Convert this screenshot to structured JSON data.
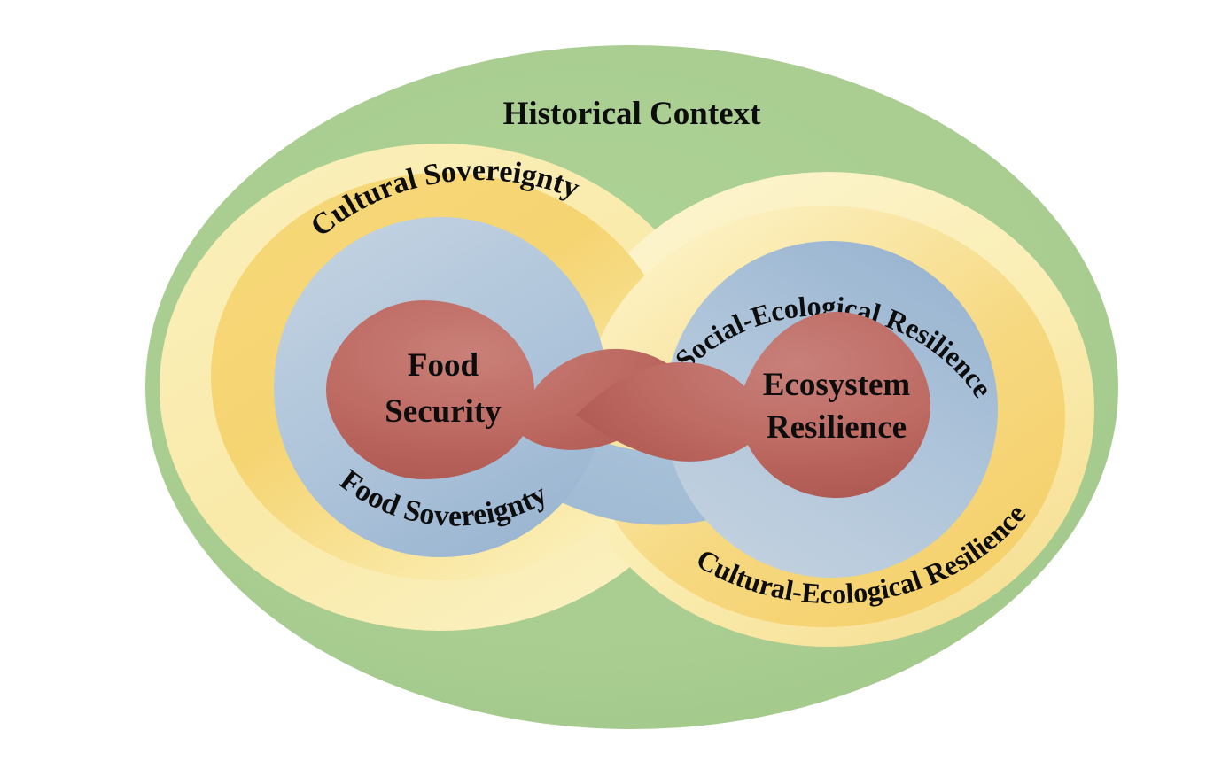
{
  "diagram": {
    "title": "Historical Context",
    "type": "nested-concentric-venn",
    "background_color": "#ffffff",
    "layers": [
      {
        "id": "historical-context",
        "label": "Historical Context",
        "color": "#a9cd91",
        "shape": "ellipse",
        "level": 1
      },
      {
        "id": "cultural-sovereignty",
        "label": "Cultural Sovereignty",
        "color": "#f5d472",
        "shape": "ring",
        "level": 2,
        "side": "left"
      },
      {
        "id": "cultural-ecological-resilience",
        "label": "Cultural-Ecological Resilience",
        "color": "#f5d472",
        "shape": "ring",
        "level": 2,
        "side": "right"
      },
      {
        "id": "pale-ring-left",
        "label": "",
        "color": "#f9eaa9",
        "shape": "ring",
        "level": 2,
        "side": "left"
      },
      {
        "id": "pale-ring-right",
        "label": "",
        "color": "#f9eaa9",
        "shape": "ring",
        "level": 2,
        "side": "right"
      },
      {
        "id": "food-sovereignty",
        "label": "Food Sovereignty",
        "color": "#a9c1d9",
        "shape": "circle",
        "level": 3,
        "side": "left"
      },
      {
        "id": "social-ecological-resilience",
        "label": "Social-Ecological Resilience",
        "color": "#a9c1d9",
        "shape": "circle",
        "level": 3,
        "side": "right"
      },
      {
        "id": "food-security",
        "label": "Food Security",
        "label_lines": [
          "Food",
          "Security"
        ],
        "color": "#bd6a62",
        "shape": "teardrop",
        "level": 4,
        "side": "left"
      },
      {
        "id": "ecosystem-resilience",
        "label": "Ecosystem Resilience",
        "label_lines": [
          "Ecosystem",
          "Resilience"
        ],
        "color": "#bd6a62",
        "shape": "teardrop",
        "level": 4,
        "side": "right"
      }
    ],
    "labels": {
      "historical_context": "Historical Context",
      "cultural_sovereignty": "Cultural Sovereignty",
      "cultural_ecological_resilience": "Cultural-Ecological Resilience",
      "food_sovereignty": "Food Sovereignty",
      "social_ecological_resilience": "Social-Ecological Resilience",
      "food_security_line1": "Food",
      "food_security_line2": "Security",
      "ecosystem_resilience_line1": "Ecosystem",
      "ecosystem_resilience_line2": "Resilience"
    },
    "colors": {
      "green": "#a9cd91",
      "green_dark": "#9cc384",
      "yellow": "#f5d472",
      "yellow_light": "#f7df94",
      "pale_yellow": "#f9eaa9",
      "pale_yellow_light": "#fbf2c6",
      "blue": "#a9c1d9",
      "blue_light": "#bdcedf",
      "blue_dark": "#8fadcc",
      "red": "#bd6a62",
      "red_light": "#c9817a",
      "red_dark": "#ad564f",
      "text": "#0d0d0d"
    }
  }
}
